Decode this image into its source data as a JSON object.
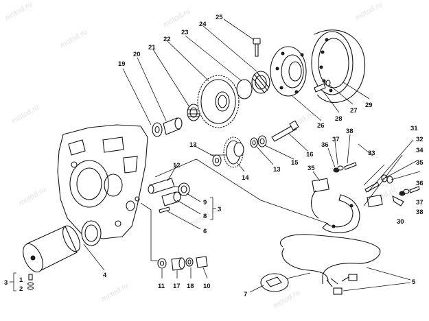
{
  "watermark": "motod.ru",
  "callouts": {
    "c1": "1",
    "c2": "2",
    "c3a": "3",
    "c3b": "3",
    "c4": "4",
    "c5": "5",
    "c6": "6",
    "c7": "7",
    "c8": "8",
    "c9": "9",
    "c10": "10",
    "c11": "11",
    "c12": "12",
    "c13a": "13",
    "c13b": "13",
    "c14": "14",
    "c15": "15",
    "c16": "16",
    "c17": "17",
    "c18": "18",
    "c19": "19",
    "c20": "20",
    "c21": "21",
    "c22": "22",
    "c23": "23",
    "c24": "24",
    "c25": "25",
    "c26": "26",
    "c27": "27",
    "c28": "28",
    "c29": "29",
    "c30": "30",
    "c31": "31",
    "c32": "32",
    "c33": "33",
    "c34": "34",
    "c35a": "35",
    "c35b": "35",
    "c36a": "36",
    "c36b": "36",
    "c37a": "37",
    "c37b": "37",
    "c38a": "38",
    "c38b": "38"
  }
}
